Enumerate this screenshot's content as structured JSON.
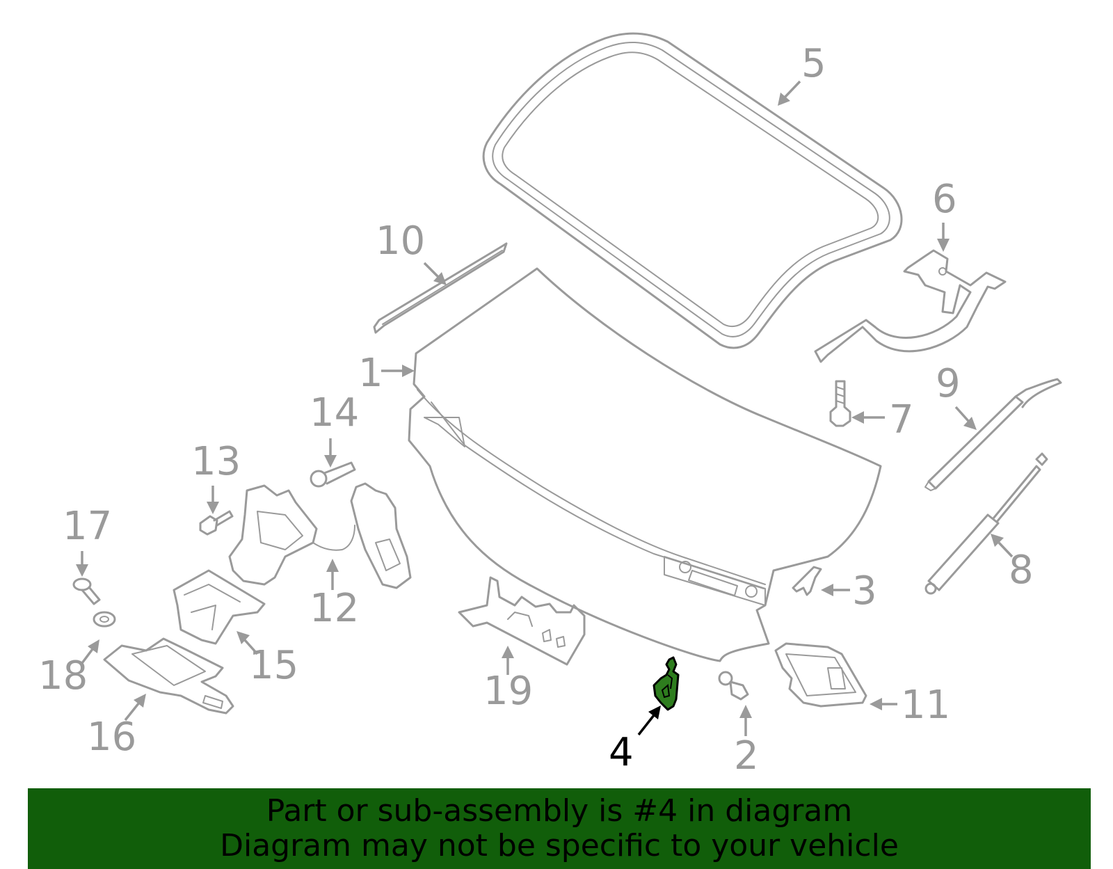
{
  "diagram": {
    "highlight_part": "4",
    "highlight_color": "#2e7d1e",
    "line_color": "#9a9a9a",
    "callouts": [
      {
        "id": "c1",
        "label": "1"
      },
      {
        "id": "c2",
        "label": "2"
      },
      {
        "id": "c3",
        "label": "3"
      },
      {
        "id": "c4",
        "label": "4"
      },
      {
        "id": "c5",
        "label": "5"
      },
      {
        "id": "c6",
        "label": "6"
      },
      {
        "id": "c7",
        "label": "7"
      },
      {
        "id": "c8",
        "label": "8"
      },
      {
        "id": "c9",
        "label": "9"
      },
      {
        "id": "c10",
        "label": "10"
      },
      {
        "id": "c11",
        "label": "11"
      },
      {
        "id": "c12",
        "label": "12"
      },
      {
        "id": "c13",
        "label": "13"
      },
      {
        "id": "c14",
        "label": "14"
      },
      {
        "id": "c15",
        "label": "15"
      },
      {
        "id": "c16",
        "label": "16"
      },
      {
        "id": "c17",
        "label": "17"
      },
      {
        "id": "c18",
        "label": "18"
      },
      {
        "id": "c19",
        "label": "19"
      }
    ]
  },
  "banner": {
    "line1": "Part or sub-assembly is #4 in diagram",
    "line2": "Diagram may not be specific to your vehicle",
    "background": "#115e0a"
  }
}
